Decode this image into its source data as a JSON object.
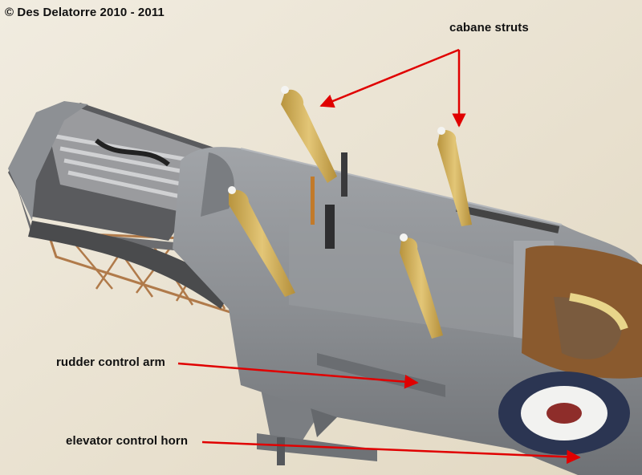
{
  "copyright": "© Des Delatorre 2010 - 2011",
  "annotations": {
    "cabane_struts": "cabane struts",
    "rudder_control_arm": "rudder control arm",
    "elevator_control_horn": "elevator control horn"
  },
  "colors": {
    "background": "#e9e2d2",
    "fuselage": "#8f9296",
    "strut_wood": "#d8b765",
    "arrow_red": "#e00000",
    "roundel_blue": "#2b3552",
    "roundel_white": "#f2f2f0",
    "roundel_red": "#8e2d2a"
  }
}
